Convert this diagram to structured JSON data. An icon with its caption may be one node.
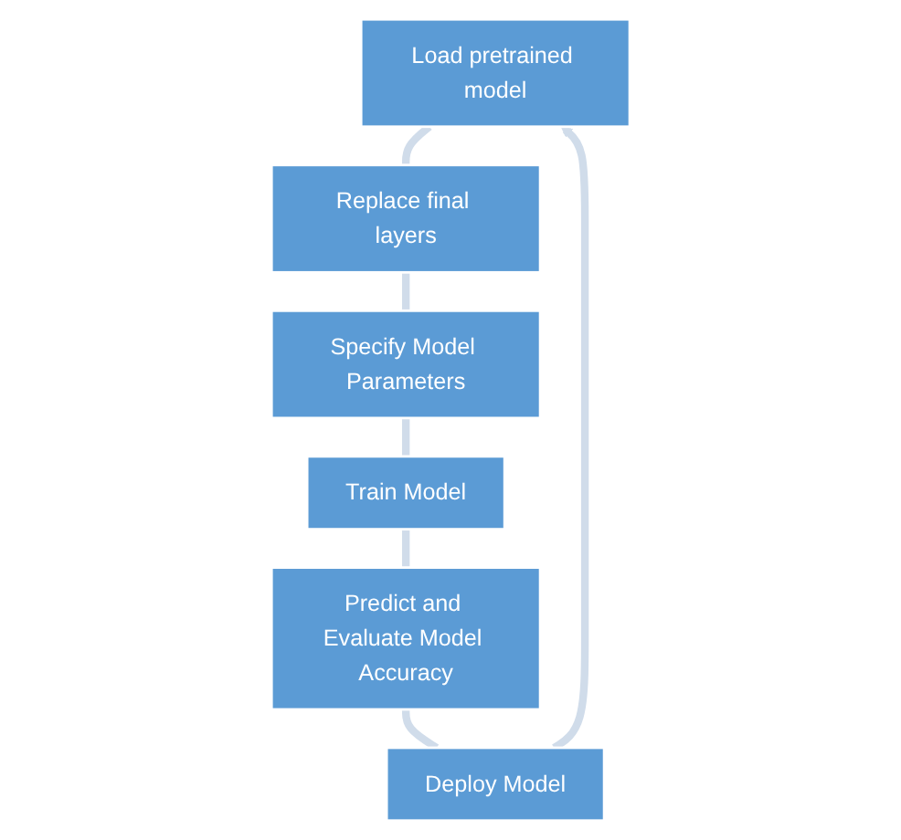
{
  "diagram": {
    "nodes": [
      {
        "text": [
          "Load pretrained model"
        ]
      },
      {
        "text": [
          "Replace final layers"
        ]
      },
      {
        "text": [
          "Specify Model Parameters"
        ]
      },
      {
        "text": [
          "Train Model"
        ]
      },
      {
        "text": [
          "Predict and Evaluate Model Accuracy"
        ]
      },
      {
        "text": [
          "Deploy Model"
        ]
      }
    ],
    "edges": [
      {
        "from": 0,
        "to": 1,
        "arrow": "none"
      },
      {
        "from": 1,
        "to": 2,
        "arrow": "none"
      },
      {
        "from": 2,
        "to": 3,
        "arrow": "none"
      },
      {
        "from": 3,
        "to": 4,
        "arrow": "none"
      },
      {
        "from": 4,
        "to": 5,
        "arrow": "none"
      },
      {
        "from": 5,
        "to": 0,
        "arrow": "to"
      }
    ]
  }
}
